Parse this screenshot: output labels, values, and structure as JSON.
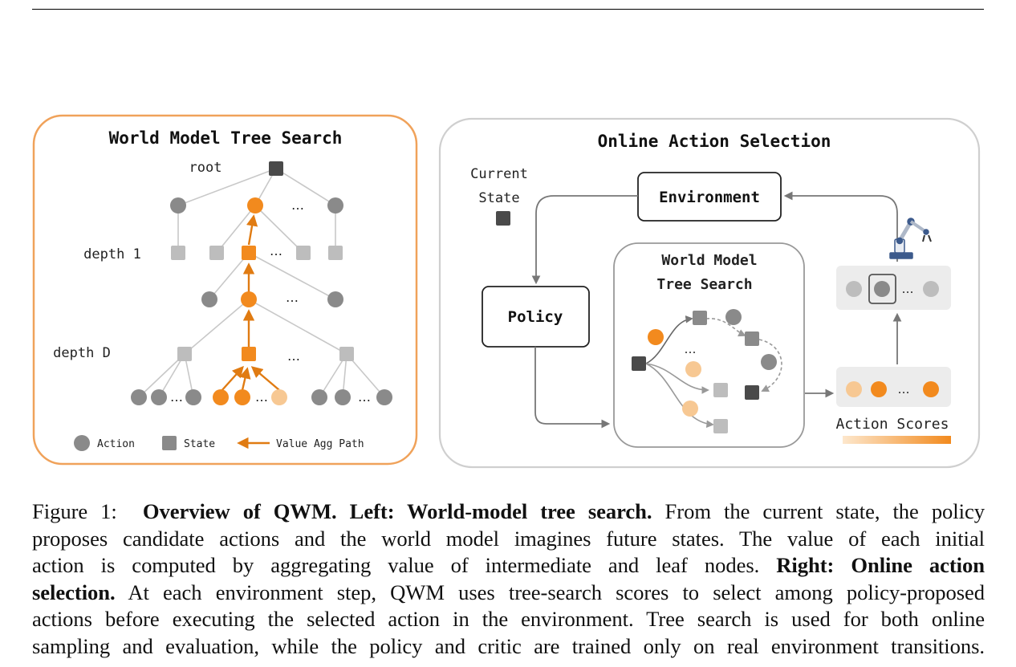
{
  "left_panel": {
    "title": "World Model Tree Search",
    "root_label": "root",
    "depth1_label": "depth 1",
    "depthD_label": "depth D",
    "ellipsis": "…",
    "legend": {
      "action": "Action",
      "state": "State",
      "value_path": "Value Agg Path"
    }
  },
  "right_panel": {
    "title": "Online Action Selection",
    "current_state_line1": "Current",
    "current_state_line2": "State",
    "environment": "Environment",
    "policy": "Policy",
    "inner_title_line1": "World Model",
    "inner_title_line2": "Tree Search",
    "action_scores": "Action Scores",
    "ellipsis": "…"
  },
  "colors": {
    "orange": "#f28a1e",
    "orange_border": "#f0a25a",
    "dark_state": "#4a4a4a",
    "gray_action": "#8a8a8a",
    "light_state": "#bdbdbd",
    "light_orange": "#f7c893"
  },
  "caption": {
    "fig_label": "Figure 1:",
    "bold1": "Overview of QWM. Left: World-model tree search.",
    "text1": "From the current state, the policy",
    "line2": "proposes candidate actions and the world model imagines future states. The value of each initial",
    "line3a": "action is computed by aggregating value of intermediate and leaf nodes.",
    "bold2a": "Right: Online action",
    "bold2b": "selection.",
    "line4": "At each environment step, QWM uses tree-search scores to select among policy-proposed",
    "line5": "actions before executing the selected action in the environment. Tree search is used for both online",
    "line6": "sampling and evaluation, while the policy and critic are trained only on real environment transitions."
  }
}
